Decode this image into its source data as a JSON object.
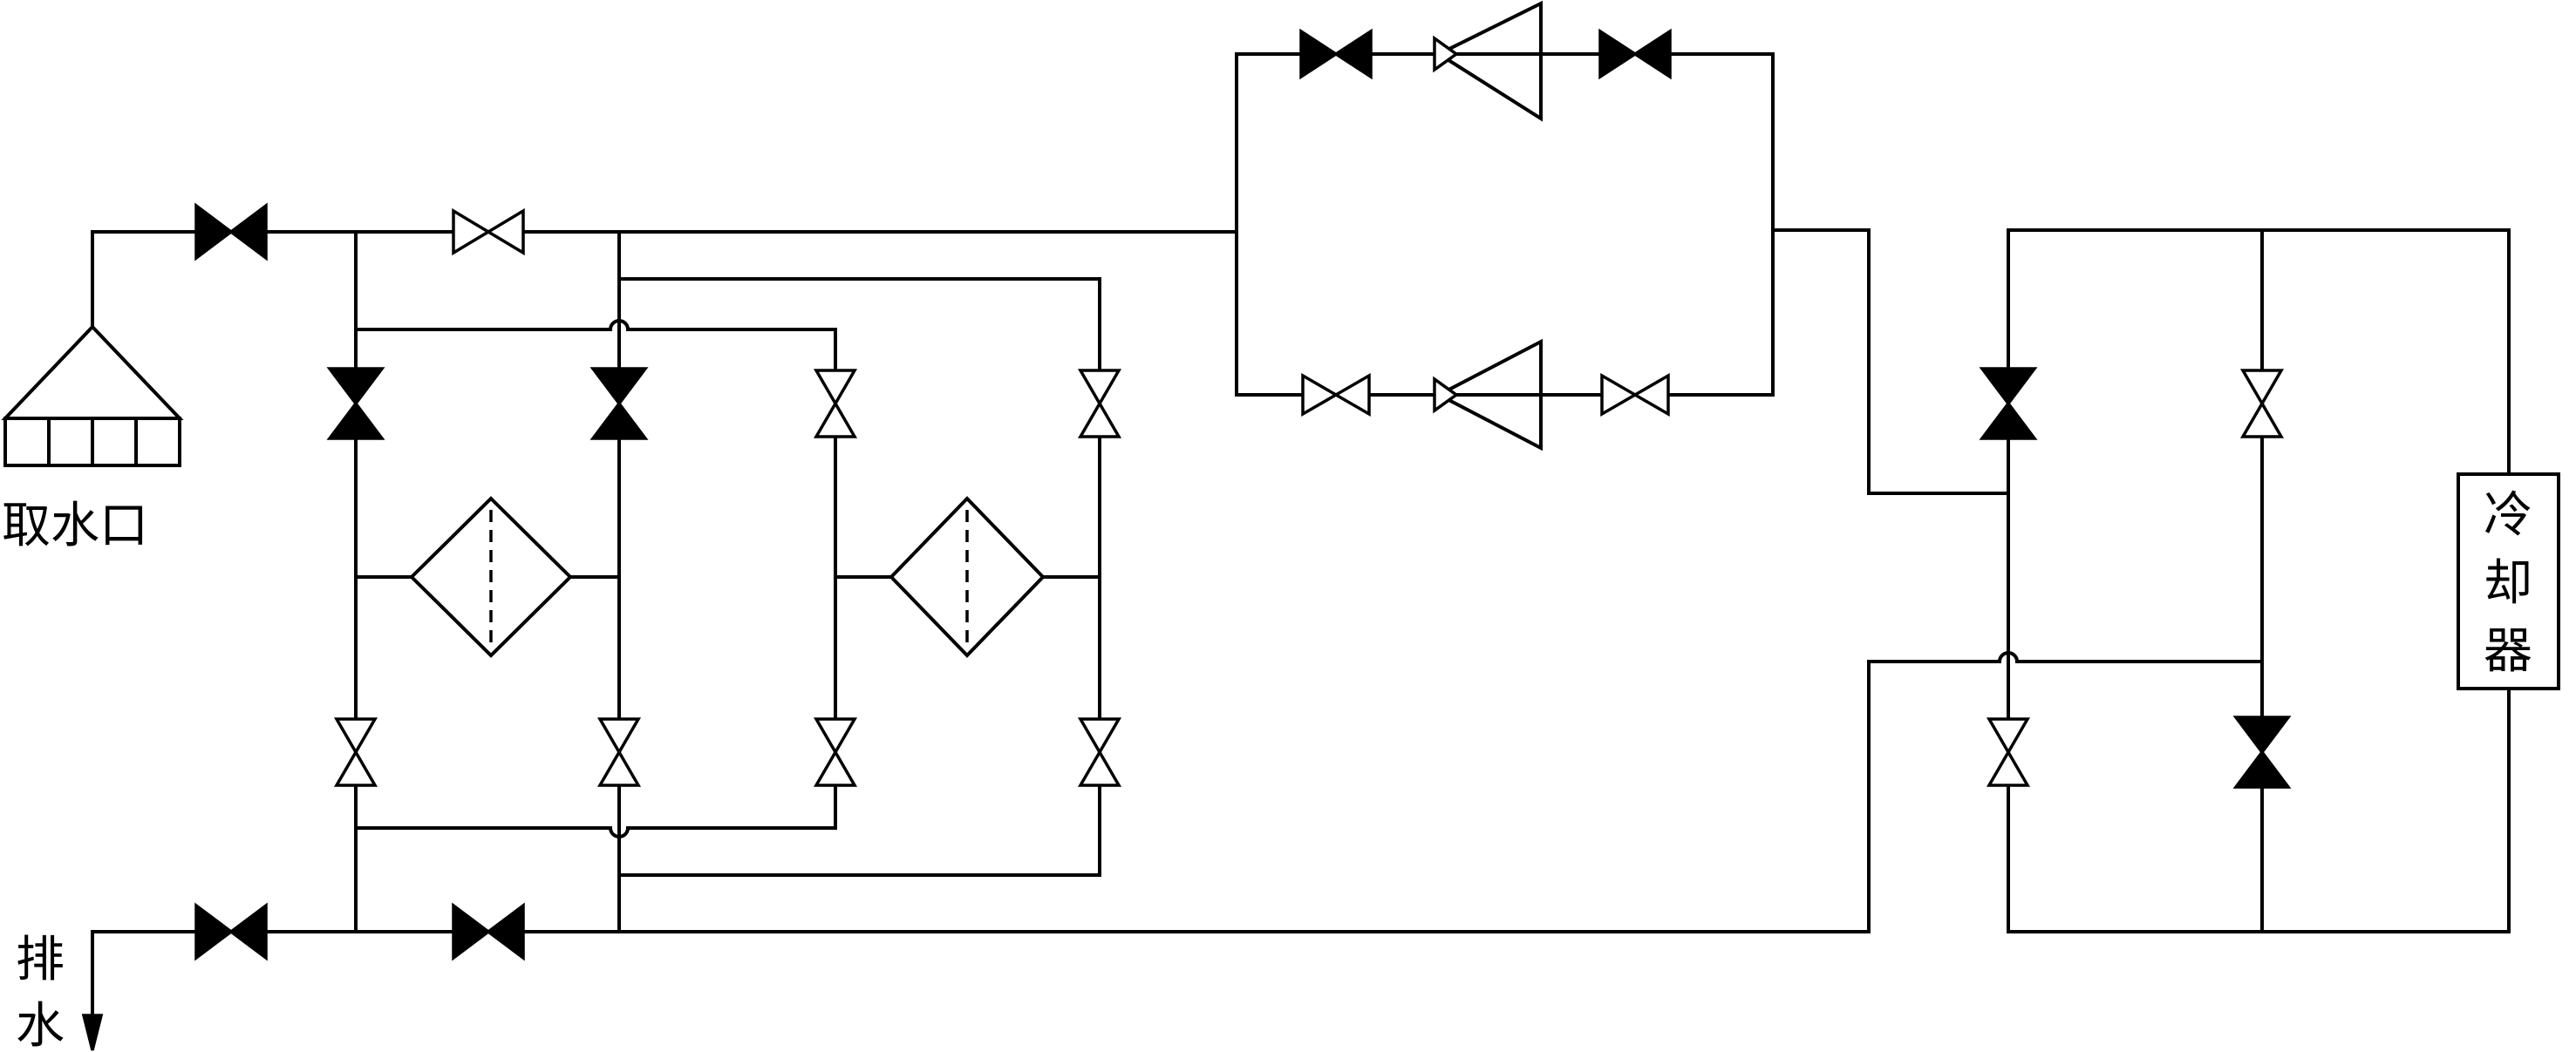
{
  "labels": {
    "intake": "取水口",
    "drain_line1": "排",
    "drain_line2": "水",
    "cooler_line1": "冷",
    "cooler_line2": "却",
    "cooler_line3": "器"
  },
  "legend": {
    "closed_valve": "filled",
    "open_valve": "hollow"
  }
}
